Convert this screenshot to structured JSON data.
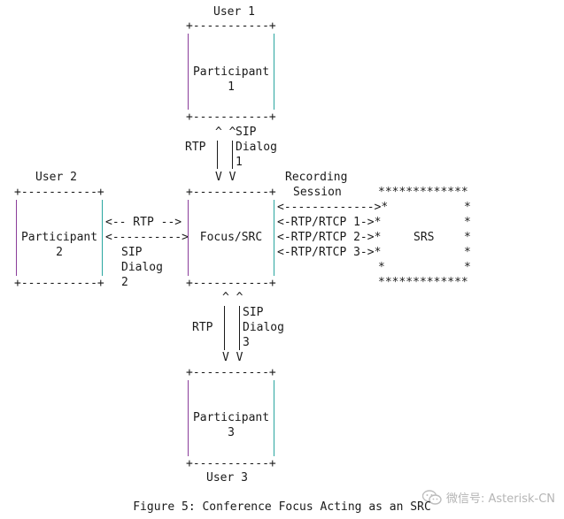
{
  "users": {
    "user1": "User 1",
    "user2": "User 2",
    "user3": "User 3"
  },
  "participants": {
    "p1": {
      "name": "Participant",
      "num": "1"
    },
    "p2": {
      "name": "Participant",
      "num": "2"
    },
    "p3": {
      "name": "Participant",
      "num": "3"
    }
  },
  "focus": "Focus/SRC",
  "srs": "SRS",
  "recording_session": {
    "line1": "Recording",
    "line2": "Session"
  },
  "links": {
    "top": {
      "rtp": "RTP",
      "sip": "SIP",
      "dialog": "Dialog",
      "num": "1"
    },
    "left": {
      "rtp_arrow": "<-- RTP -->",
      "sip": "SIP",
      "dialog": "Dialog",
      "num": "2"
    },
    "bottom": {
      "rtp": "RTP",
      "sip": "SIP",
      "dialog": "Dialog",
      "num": "3"
    }
  },
  "srs_arrows": [
    "<------------->*",
    "<-RTP/RTCP 1->*",
    "<-RTP/RTCP 2->*",
    "<-RTP/RTCP 3->*"
  ],
  "caption": "Figure 5: Conference Focus Acting as an SRC",
  "watermark": "微信号: Asterisk-CN",
  "colors": {
    "bar_purple": "#8a3d9a",
    "bar_cyan": "#2aa6a0",
    "text": "#1a1a1a"
  }
}
